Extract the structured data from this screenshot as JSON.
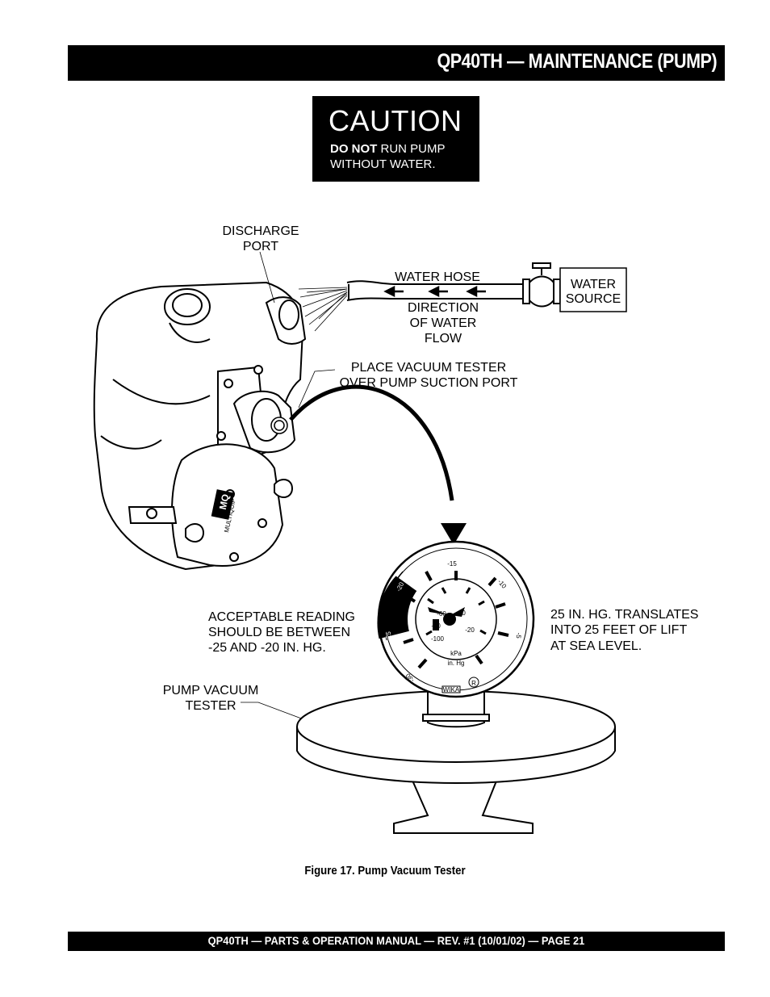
{
  "header": {
    "title": "QP40TH — MAINTENANCE (PUMP)"
  },
  "caution": {
    "title": "CAUTION",
    "line1_bold": "DO NOT",
    "line1_rest": " RUN PUMP",
    "line2": "WITHOUT WATER."
  },
  "figure": {
    "labels": {
      "discharge_1": "DISCHARGE",
      "discharge_2": "PORT",
      "water_hose": "WATER HOSE",
      "water_source_1": "WATER",
      "water_source_2": "SOURCE",
      "direction_1": "DIRECTION",
      "direction_2": "OF WATER",
      "direction_3": "FLOW",
      "place_1": "PLACE VACUUM TESTER",
      "place_2": "OVER PUMP SUCTION PORT",
      "acceptable_1": "ACCEPTABLE READING",
      "acceptable_2": "SHOULD BE BETWEEN",
      "acceptable_3": "-25 AND -20 IN. HG.",
      "translates_1": "25 IN. HG. TRANSLATES",
      "translates_2": "INTO 25 FEET OF LIFT",
      "translates_3": "AT SEA LEVEL.",
      "tester_1": "PUMP VACUUM",
      "tester_2": "TESTER"
    },
    "gauge": {
      "outer_ticks": [
        "-30",
        "-25",
        "-20",
        "-15",
        "-10",
        "-5"
      ],
      "inner_ticks": [
        "-100",
        "-80",
        "-60",
        "-40",
        "-20"
      ],
      "unit_kpa": "kPa",
      "unit_inhg": "in. Hg",
      "brand": "WIKA",
      "registered": "R"
    },
    "logo": {
      "brand": "MULTIQUIP"
    }
  },
  "caption": "Figure 17. Pump Vacuum Tester",
  "footer": "QP40TH  — PARTS & OPERATION MANUAL — REV. #1 (10/01/02) — PAGE 21"
}
